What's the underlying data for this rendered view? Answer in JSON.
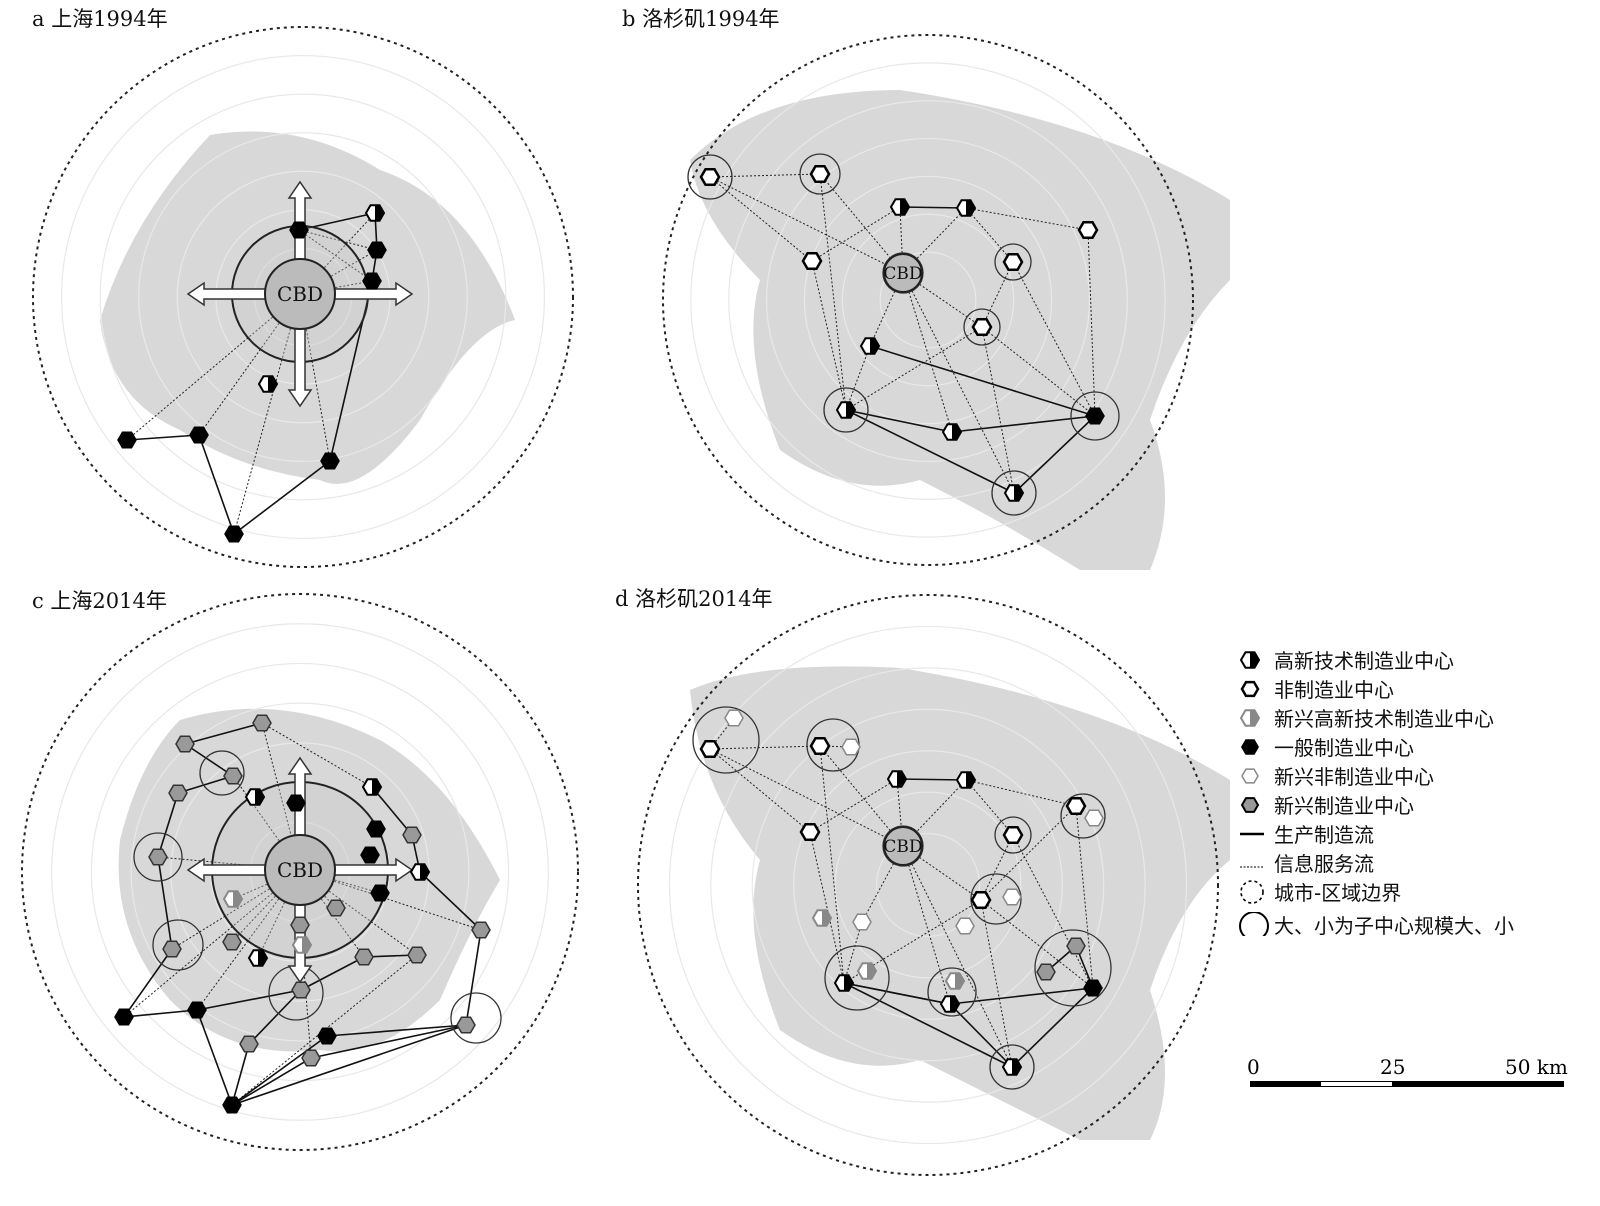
{
  "panels": [
    {
      "letter": "a",
      "title": "上海1994年"
    },
    {
      "letter": "b",
      "title": "洛杉矶1994年"
    },
    {
      "letter": "c",
      "title": "上海2014年"
    },
    {
      "letter": "d",
      "title": "洛杉矶2014年"
    }
  ],
  "cbd_label": "CBD",
  "legend": [
    {
      "symbol": "high-tech-center",
      "label": "高新技术制造业中心"
    },
    {
      "symbol": "non-manufacturing-center",
      "label": "非制造业中心"
    },
    {
      "symbol": "emerging-high-tech-center",
      "label": "新兴高新技术制造业中心"
    },
    {
      "symbol": "general-manufacturing-center",
      "label": "一般制造业中心"
    },
    {
      "symbol": "emerging-non-manufacturing-center",
      "label": "新兴非制造业中心"
    },
    {
      "symbol": "emerging-manufacturing-center",
      "label": "新兴制造业中心"
    },
    {
      "symbol": "production-flow-line",
      "label": "生产制造流"
    },
    {
      "symbol": "information-flow-line",
      "label": "信息服务流"
    },
    {
      "symbol": "boundary-circle",
      "label": "城市-区域边界"
    },
    {
      "symbol": "size-circle",
      "label": "大、小为子中心规模大、小"
    }
  ],
  "scale_bar": {
    "labels": [
      "0",
      "25",
      "50 km"
    ]
  }
}
